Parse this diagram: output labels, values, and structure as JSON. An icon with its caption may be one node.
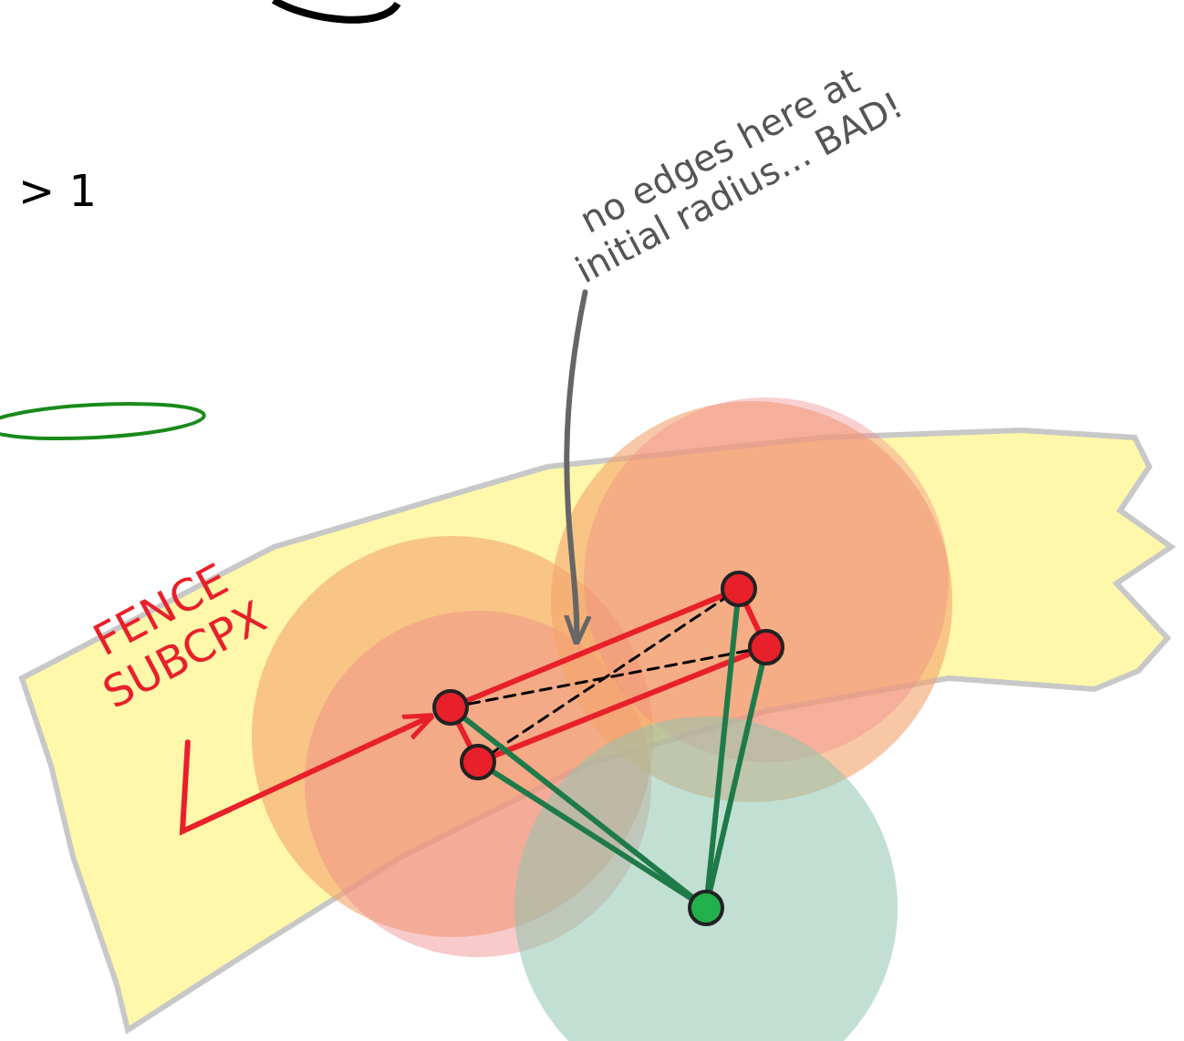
{
  "diagram": {
    "nodes": [
      {
        "text": [
          "no edges here at initial radius... BAD!"
        ]
      },
      {
        "text": [
          "FENCE SUBCPX"
        ]
      },
      {
        "text": [],
        "shape": "circle"
      },
      {
        "text": [],
        "shape": "circle"
      },
      {
        "text": [],
        "shape": "circle"
      },
      {
        "text": [],
        "shape": "circle"
      },
      {
        "text": [],
        "shape": "circle"
      }
    ],
    "edges": [
      {
        "from": 0,
        "to": null,
        "arrow": "to",
        "color": "#666666"
      },
      {
        "from": 1,
        "to": 4,
        "arrow": "to"
      },
      {
        "from": 4,
        "to": 2,
        "arrow": "none"
      },
      {
        "from": 5,
        "to": 3,
        "arrow": "none"
      },
      {
        "from": 4,
        "to": 5,
        "arrow": "none"
      },
      {
        "from": 2,
        "to": 3,
        "arrow": "none"
      },
      {
        "from": 4,
        "to": 3,
        "arrow": "none",
        "style": "dashed",
        "color": "#000000"
      },
      {
        "from": 5,
        "to": 2,
        "arrow": "none",
        "style": "dashed",
        "color": "#000000"
      },
      {
        "from": 4,
        "to": 6,
        "arrow": "none",
        "color": "#1f7a4a"
      },
      {
        "from": 5,
        "to": 6,
        "arrow": "none",
        "color": "#1f7a4a"
      },
      {
        "from": 2,
        "to": 6,
        "arrow": "none",
        "color": "#1f7a4a"
      },
      {
        "from": 3,
        "to": 6,
        "arrow": "none",
        "color": "#1f7a4a"
      }
    ],
    "labels": [
      "> 1"
    ]
  }
}
